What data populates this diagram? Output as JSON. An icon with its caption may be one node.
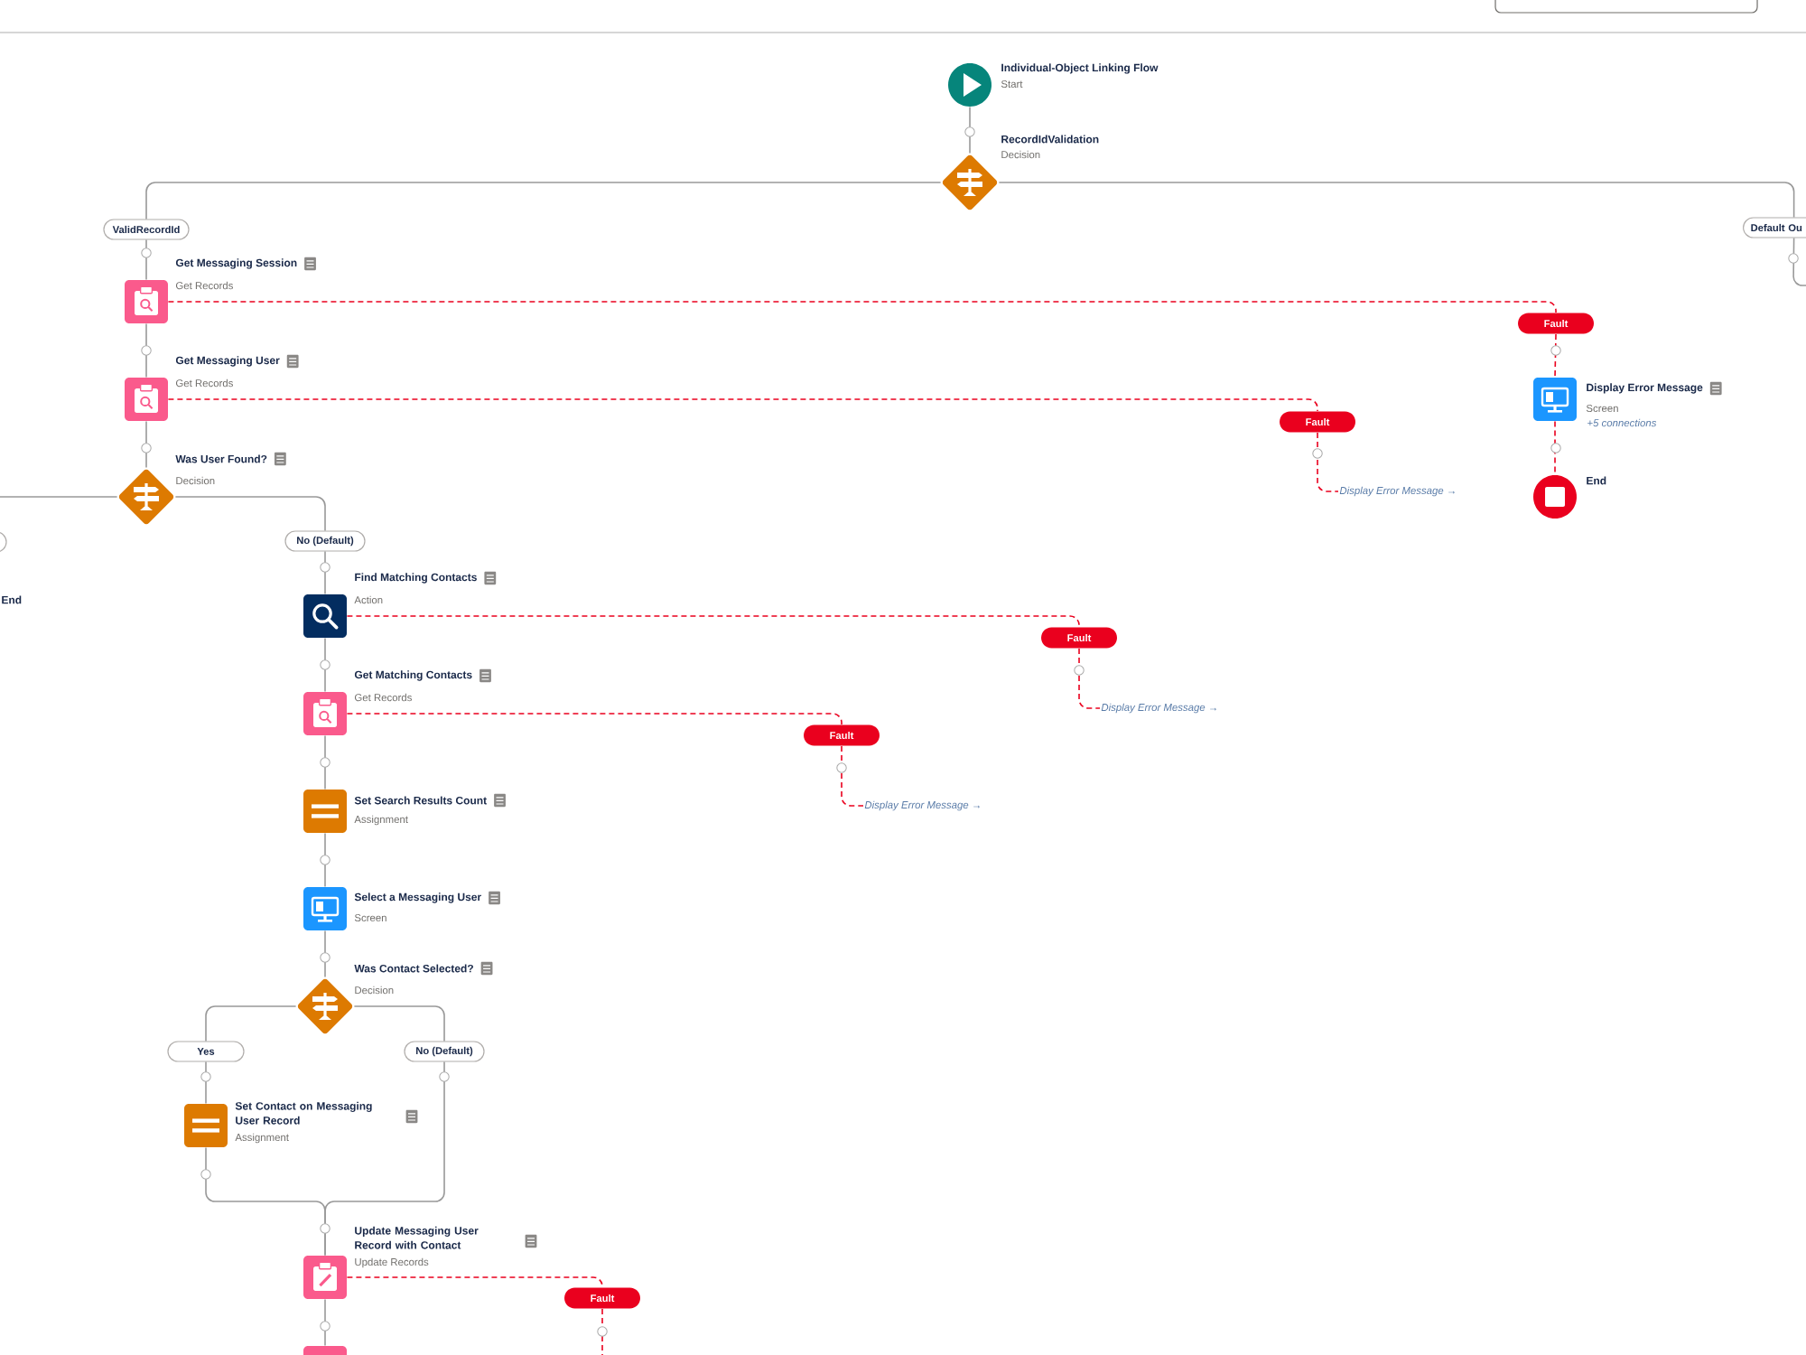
{
  "diagram": {
    "nodes": [
      {
        "text": [
          "Individual-Object Linking Flow",
          "Start"
        ]
      },
      {
        "text": [
          "RecordIdValidation",
          "Decision"
        ]
      },
      {
        "text": [
          "ValidRecordId"
        ]
      },
      {
        "text": [
          "Default Ou"
        ]
      },
      {
        "text": [
          "Get Messaging Session",
          "Get Records"
        ]
      },
      {
        "text": [
          "Fault"
        ]
      },
      {
        "text": [
          "Get Messaging User",
          "Get Records"
        ]
      },
      {
        "text": [
          "Display Error Message",
          "Screen",
          "+5 connections"
        ]
      },
      {
        "text": [
          "Fault"
        ]
      },
      {
        "text": [
          "Was User Found?",
          "Decision"
        ]
      },
      {
        "text": [
          "End"
        ]
      },
      {
        "text": [
          "Display Error Message →"
        ]
      },
      {
        "text": [],
        "shape": "box"
      },
      {
        "text": [
          "No (Default)"
        ]
      },
      {
        "text": [
          "End"
        ]
      },
      {
        "text": [
          "Find Matching Contacts",
          "Action"
        ]
      },
      {
        "text": [
          "Fault"
        ]
      },
      {
        "text": [
          "Get Matching Contacts",
          "Get Records"
        ]
      },
      {
        "text": [
          "Display Error Message →"
        ]
      },
      {
        "text": [
          "Fault"
        ]
      },
      {
        "text": [
          "Set Search Results Count",
          "Assignment"
        ]
      },
      {
        "text": [
          "Display Error Message →"
        ]
      },
      {
        "text": [
          "Select a Messaging User",
          "Screen"
        ]
      },
      {
        "text": [
          "Was Contact Selected?",
          "Decision"
        ]
      },
      {
        "text": [
          "Yes"
        ]
      },
      {
        "text": [
          "No (Default)"
        ]
      },
      {
        "text": [
          "Set Contact on Messaging User Record",
          "Assignment"
        ]
      },
      {
        "text": [
          "Update Messaging User Record with Contact",
          "Update Records"
        ]
      },
      {
        "text": [
          "Fault"
        ]
      },
      {
        "text": [],
        "shape": "box"
      }
    ],
    "edges": [
      {
        "from": 0,
        "to": 1,
        "arrow": "none"
      },
      {
        "from": 1,
        "to": 2,
        "arrow": "none"
      },
      {
        "from": 1,
        "to": 3,
        "arrow": "none"
      },
      {
        "from": 3,
        "to": null,
        "arrow": "none"
      },
      {
        "from": 2,
        "to": 4,
        "arrow": "none"
      },
      {
        "from": 4,
        "to": 6,
        "arrow": "none"
      },
      {
        "from": 4,
        "to": 5,
        "arrow": "none",
        "style": "dashed",
        "color": "#ea001e"
      },
      {
        "from": 6,
        "to": 9,
        "arrow": "none"
      },
      {
        "from": 6,
        "to": 8,
        "arrow": "none",
        "style": "dashed",
        "color": "#ea001e"
      },
      {
        "from": 5,
        "to": 7,
        "arrow": "none",
        "style": "dashed",
        "color": "#ea001e"
      },
      {
        "from": 7,
        "to": 10,
        "arrow": "none",
        "style": "dashed",
        "color": "#ea001e"
      },
      {
        "from": 8,
        "to": 11,
        "arrow": "none",
        "style": "dashed",
        "color": "#ea001e"
      },
      {
        "from": 9,
        "to": null,
        "arrow": "none"
      },
      {
        "from": 9,
        "to": 13,
        "arrow": "none"
      },
      {
        "from": 13,
        "to": 15,
        "arrow": "none"
      },
      {
        "from": 15,
        "to": 16,
        "arrow": "none",
        "style": "dashed",
        "color": "#ea001e"
      },
      {
        "from": 15,
        "to": 17,
        "arrow": "none"
      },
      {
        "from": 16,
        "to": 18,
        "arrow": "none",
        "style": "dashed",
        "color": "#ea001e"
      },
      {
        "from": 17,
        "to": 19,
        "arrow": "none",
        "style": "dashed",
        "color": "#ea001e"
      },
      {
        "from": 17,
        "to": 20,
        "arrow": "none"
      },
      {
        "from": 19,
        "to": 21,
        "arrow": "none",
        "style": "dashed",
        "color": "#ea001e"
      },
      {
        "from": 20,
        "to": 22,
        "arrow": "none"
      },
      {
        "from": 22,
        "to": 23,
        "arrow": "none"
      },
      {
        "from": 23,
        "to": 24,
        "arrow": "none"
      },
      {
        "from": 23,
        "to": 25,
        "arrow": "none"
      },
      {
        "from": 24,
        "to": 26,
        "arrow": "none"
      },
      {
        "from": 26,
        "to": 27,
        "arrow": "none"
      },
      {
        "from": 25,
        "to": 27,
        "arrow": "none"
      },
      {
        "from": 27,
        "to": 28,
        "arrow": "none",
        "style": "dashed",
        "color": "#ea001e"
      },
      {
        "from": 27,
        "to": 29,
        "arrow": "none"
      },
      {
        "from": 28,
        "to": null,
        "arrow": "none",
        "style": "dashed",
        "color": "#ea001e"
      }
    ]
  }
}
